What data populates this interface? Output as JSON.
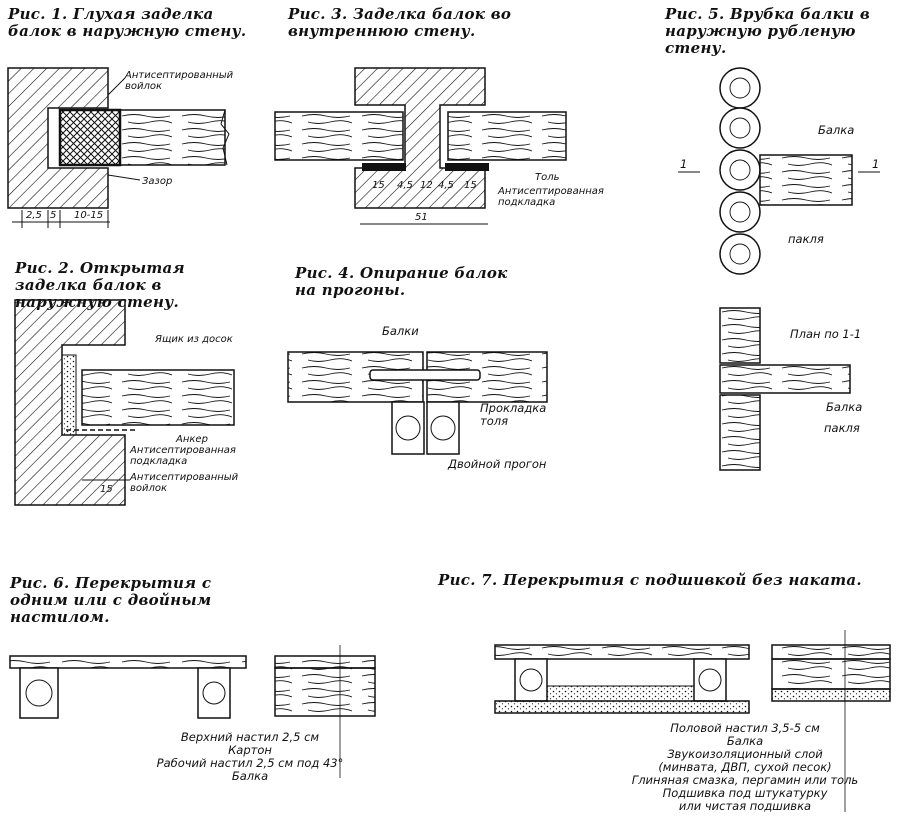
{
  "captions": {
    "fig1": "Рис. 1. Глухая заделка балок в наружную стену.",
    "fig2": "Рис. 2. Открытая заделка балок в наружную стену.",
    "fig3": "Рис. 3. Заделка балок во внутреннюю стену.",
    "fig4": "Рис. 4. Опирание балок на прогоны.",
    "fig5": "Рис. 5. Врубка балки в наружную рубленую стену.",
    "fig6": "Рис. 6. Перекрытия с одним или с двойным настилом.",
    "fig7": "Рис. 7. Перекрытия с подшивкой без наката."
  },
  "fig1": {
    "label_felt": "Антисептированный войлок",
    "label_gap": "Зазор",
    "dims": [
      "2,5",
      "5",
      "10-15"
    ]
  },
  "fig2": {
    "label_box": "Ящик из досок",
    "label_anchor": "Анкер",
    "label_pad": "Антисептированная подкладка",
    "label_felt": "Антисептированный войлок",
    "dim": "15"
  },
  "fig3": {
    "label_tar": "Толь",
    "label_pad": "Антисептированная подкладка",
    "dims": [
      "15",
      "4,5",
      "12",
      "4,5",
      "15"
    ],
    "total": "51"
  },
  "fig4": {
    "label_beams": "Балки",
    "label_pad": "Прокладка толя",
    "label_purlin": "Двойной прогон"
  },
  "fig5": {
    "label_beam": "Балка",
    "label_tow": "пакля",
    "section_mark": "1",
    "plan_title": "План по 1-1",
    "plan_beam": "Балка",
    "plan_tow": "пакля"
  },
  "fig6": {
    "notes": [
      "Верхний настил 2,5 см",
      "Картон",
      "Рабочий настил 2,5 см под 43°",
      "Балка"
    ]
  },
  "fig7": {
    "notes": [
      "Половой настил 3,5-5 см",
      "Балка",
      "Звукоизоляционный слой",
      "(минвата, ДВП, сухой песок)",
      "Глиняная смазка, пергамин или толь",
      "Подшивка под штукатурку",
      "или чистая подшивка"
    ]
  }
}
